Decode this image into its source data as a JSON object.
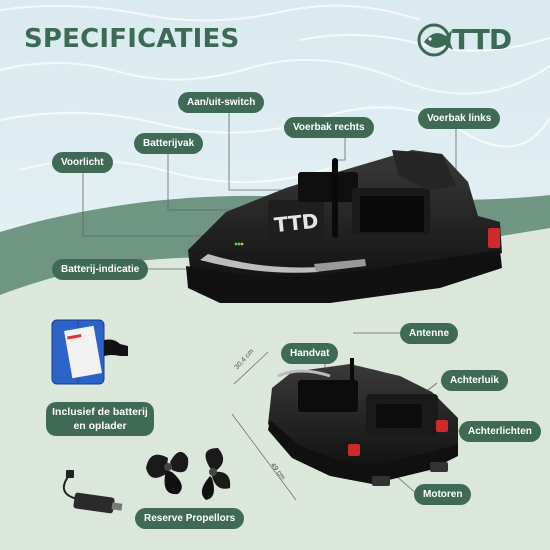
{
  "colors": {
    "green": "#3f6b56",
    "title": "#3c6a55",
    "pale_green": "#dfeade",
    "sea": "#cfe3ea"
  },
  "title": "SPECIFICATIES",
  "brand": {
    "logo_text": "TTD",
    "logo_icon": "fish-icon"
  },
  "callouts": {
    "aan_uit": "Aan/uit-switch",
    "batterijvak": "Batterijvak",
    "voerbak_rechts": "Voerbak rechts",
    "voerbak_links": "Voerbak links",
    "voorlicht": "Voorlicht",
    "batterij_indicatie": "Batterij-indicatie",
    "antenne": "Antenne",
    "handvat": "Handvat",
    "achterluik": "Achterluik",
    "achterlichten": "Achterlichten",
    "motoren": "Motoren"
  },
  "captions": {
    "battery_line1": "Inclusief de batterij",
    "battery_line2": "en oplader",
    "propellers": "Reserve Propellors"
  },
  "dimensions": {
    "width": "30,4 cm",
    "length": "49 cm"
  },
  "product_logo": "TTD"
}
